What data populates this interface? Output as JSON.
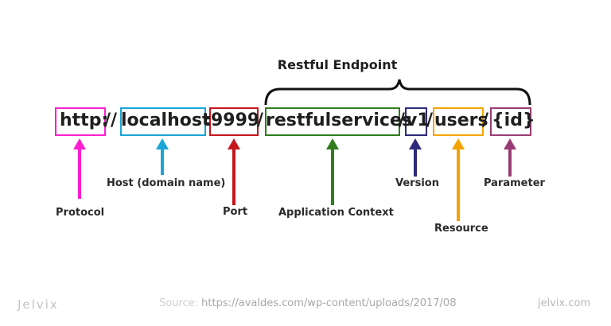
{
  "title": "Restful Endpoint",
  "url": {
    "protocol": "http:",
    "sep1": "//",
    "host": "localhost",
    "colon": ":",
    "port": "9999",
    "slash1": "/",
    "context": "restfulservices",
    "slash2": "/",
    "version": "v1",
    "slash3": "/",
    "resource": "users",
    "slash4": "/",
    "param": "{id}"
  },
  "labels": {
    "protocol": "Protocol",
    "host": "Host (domain name)",
    "port": "Port",
    "context": "Application Context",
    "version": "Version",
    "resource": "Resource",
    "parameter": "Parameter"
  },
  "colors": {
    "protocol": "#ff1fd0",
    "host": "#1aa6d6",
    "port": "#c4161c",
    "context": "#2f7d1e",
    "version": "#2e2a7a",
    "resource": "#f5a300",
    "parameter": "#9a3c74"
  },
  "footer": {
    "brand": "Jelvix",
    "source_label": "Source:",
    "source_url": "https://avaldes.com/wp-content/uploads/2017/08",
    "site": "jelvix.com"
  }
}
